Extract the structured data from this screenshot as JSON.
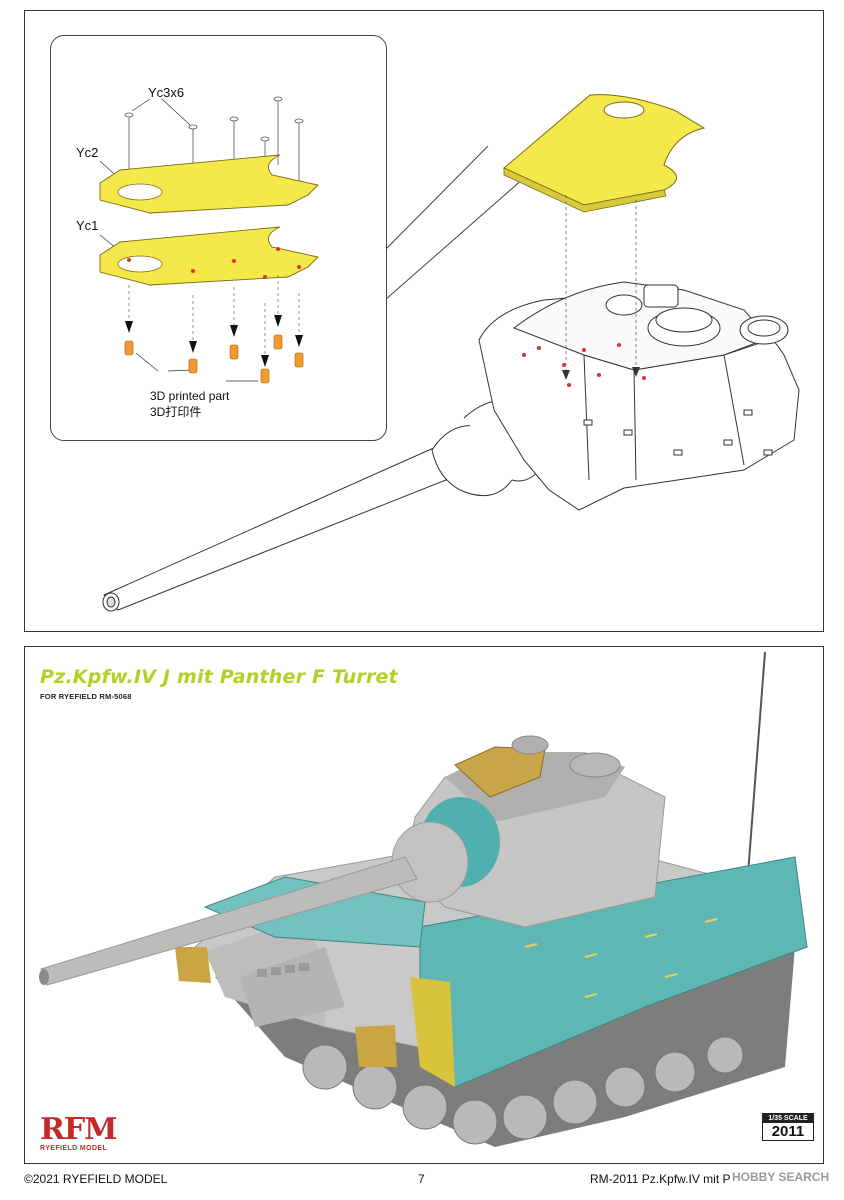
{
  "callout": {
    "screw_label": "Yc3x6",
    "plate_upper_label": "Yc2",
    "plate_lower_label": "Yc1",
    "print_caption_en": "3D printed part",
    "print_caption_cn": "3D打印件"
  },
  "photo": {
    "title": "Pz.Kpfw.IV J mit Panther F Turret",
    "subtitle": "FOR RYEFIELD RM-5068"
  },
  "brand": {
    "logo_mark": "RFM",
    "logo_text": "RYEFIELD MODEL",
    "scale": "1/35 SCALE",
    "kit_number": "2011"
  },
  "footer": {
    "copyright": "©2021 RYEFIELD MODEL",
    "page_number": "7",
    "product": "RM-2011 Pz.Kpfw.IV mit Panther F Turret",
    "watermark": "HOBBY SEARCH"
  },
  "colors": {
    "pe_yellow": "#f5e84a",
    "title_green": "#b5d024",
    "brand_red": "#c62828",
    "mesh_teal": "#5fb7b5",
    "photo_grey": "#c9c9c7"
  }
}
